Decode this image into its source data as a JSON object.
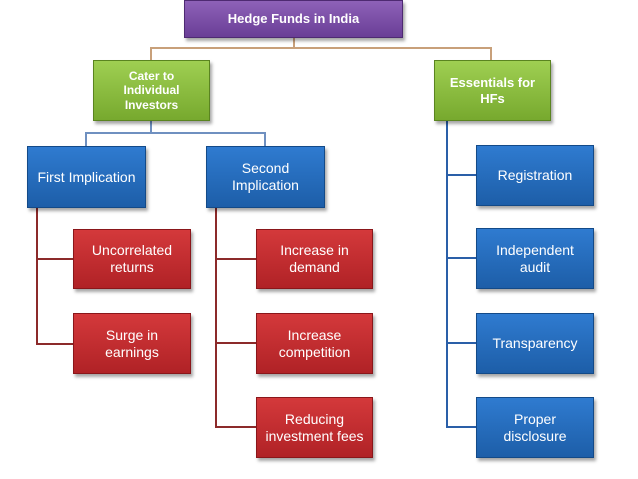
{
  "diagram": {
    "root": "Hedge Funds in India",
    "branch_left": "Cater to Individual Investors",
    "branch_right": "Essentials for HFs",
    "first_implication": "First Implication",
    "second_implication": "Second Implication",
    "first_items": [
      "Uncorrelated returns",
      "Surge in earnings"
    ],
    "second_items": [
      "Increase in demand",
      "Increase competition",
      "Reducing investment fees"
    ],
    "essentials": [
      "Registration",
      "Independent audit",
      "Transparency",
      "Proper disclosure"
    ]
  },
  "colors": {
    "root": "#7b4fa8",
    "branch_left": "#8fc142",
    "implications": "#2a6fc0",
    "implication_items": "#c42e30",
    "essentials": "#2a6fc0"
  }
}
